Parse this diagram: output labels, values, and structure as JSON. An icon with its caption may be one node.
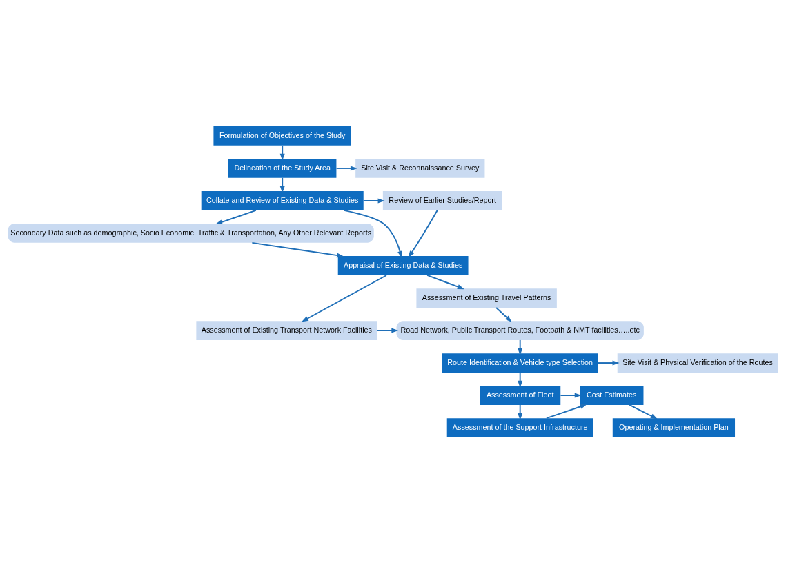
{
  "diagram": {
    "nodes": [
      {
        "text": [
          "Formulation of Objectives of the Study"
        ]
      },
      {
        "text": [
          "Delineation of the Study Area"
        ]
      },
      {
        "text": [
          "Site Visit & Reconnaissance Survey"
        ]
      },
      {
        "text": [
          "Collate and Review of Existing Data & Studies"
        ]
      },
      {
        "text": [
          "Review of Earlier Studies/Report"
        ]
      },
      {
        "text": [
          "Secondary Data such as demographic, Socio Economic, Traffic & Transportation, Any Other Relevant Reports"
        ]
      },
      {
        "text": [
          "Appraisal of Existing Data & Studies"
        ]
      },
      {
        "text": [
          "Assessment of Existing Transport Network Facilities"
        ]
      },
      {
        "text": [
          "Road Network, Public Transport Routes, Footpath & NMT facilities…..etc"
        ]
      },
      {
        "text": [
          "Assessment of Existing Travel Patterns"
        ]
      },
      {
        "text": [
          "Route Identification & Vehicle type Selection"
        ]
      },
      {
        "text": [
          "Site Visit & Physical Verification of the Routes"
        ]
      },
      {
        "text": [
          "Assessment of Fleet"
        ]
      },
      {
        "text": [
          "Cost Estimates"
        ]
      },
      {
        "text": [
          "Assessment of the Support Infrastructure"
        ]
      },
      {
        "text": [
          "Operating & Implementation Plan"
        ]
      }
    ],
    "edges": [
      {
        "from": 0,
        "to": 1,
        "arrow": "to"
      },
      {
        "from": 1,
        "to": 2,
        "arrow": "to"
      },
      {
        "from": 1,
        "to": 3,
        "arrow": "to"
      },
      {
        "from": 3,
        "to": 4,
        "arrow": "to"
      },
      {
        "from": 3,
        "to": 5,
        "arrow": "to"
      },
      {
        "from": 3,
        "to": 6,
        "arrow": "to"
      },
      {
        "from": 4,
        "to": 6,
        "arrow": "to"
      },
      {
        "from": 5,
        "to": 6,
        "arrow": "to"
      },
      {
        "from": 6,
        "to": 7,
        "arrow": "to"
      },
      {
        "from": 6,
        "to": 9,
        "arrow": "to"
      },
      {
        "from": 7,
        "to": 8,
        "arrow": "to"
      },
      {
        "from": 9,
        "to": 8,
        "arrow": "to"
      },
      {
        "from": 8,
        "to": 10,
        "arrow": "to"
      },
      {
        "from": 10,
        "to": 11,
        "arrow": "to"
      },
      {
        "from": 10,
        "to": 12,
        "arrow": "to"
      },
      {
        "from": 12,
        "to": 13,
        "arrow": "to"
      },
      {
        "from": 14,
        "to": 13,
        "arrow": "to"
      },
      {
        "from": 12,
        "to": 14,
        "arrow": "to"
      },
      {
        "from": 13,
        "to": 15,
        "arrow": "to"
      }
    ]
  }
}
